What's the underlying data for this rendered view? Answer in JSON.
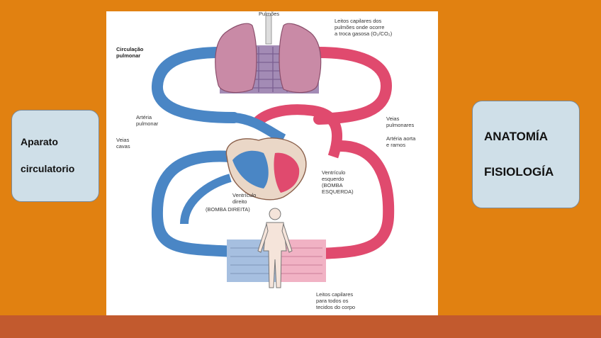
{
  "left_card": {
    "line1": "Aparato",
    "line2": "circulatorio"
  },
  "right_card": {
    "line1": "ANATOMÍA",
    "line2": "FISIOLOGÍA"
  },
  "diagram": {
    "labels": {
      "pulmoes": "Pulmões",
      "leitos_pulm_1": "Leitos capilares dos",
      "leitos_pulm_2": "pulmões onde ocorre",
      "leitos_pulm_3": "a troca gasosa (O₂/CO₂)",
      "circ_pulm_1": "Circulação",
      "circ_pulm_2": "pulmonar",
      "arteria_pulm_1": "Artéria",
      "arteria_pulm_2": "pulmonar",
      "veias_pulm_1": "Veias",
      "veias_pulm_2": "pulmonares",
      "aorta_1": "Artéria aorta",
      "aorta_2": "e ramos",
      "veias_cavas_1": "Veias",
      "veias_cavas_2": "cavas",
      "vent_esq_1": "Ventrículo",
      "vent_esq_2": "esquerdo",
      "vent_esq_3": "(BOMBA",
      "vent_esq_4": "ESQUERDA)",
      "vent_dir_1": "Ventrículo",
      "vent_dir_2": "direito",
      "vent_dir_3": "(BOMBA DIREITA)",
      "leitos_corpo_1": "Leitos capilares",
      "leitos_corpo_2": "para todos os",
      "leitos_corpo_3": "tecidos do corpo"
    }
  },
  "colors": {
    "background": "#e18111",
    "bottom_bar": "#c25a2e",
    "card": "#cfdfe8",
    "venous_blue": "#4a86c5",
    "arterial_red": "#e04a6e",
    "lung": "#c98aa6"
  }
}
